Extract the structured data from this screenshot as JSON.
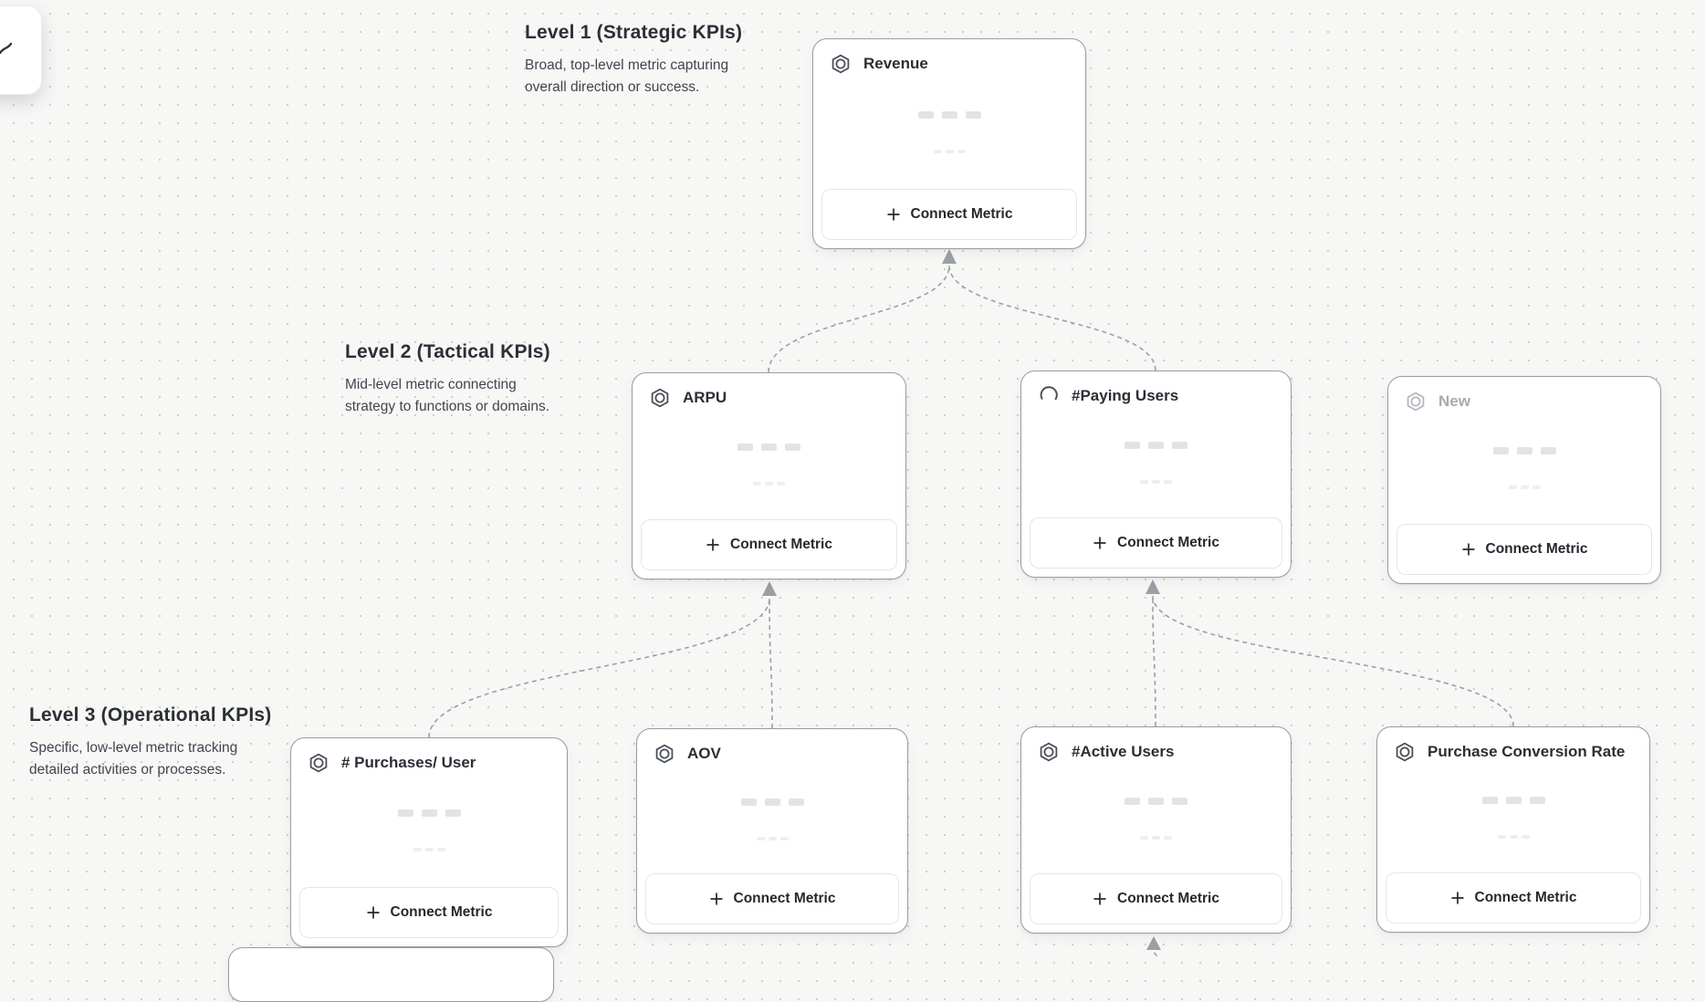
{
  "levels": [
    {
      "title": "Level 1 (Strategic KPIs)",
      "description_lines": [
        "Broad, top-level metric capturing",
        "overall direction or success."
      ]
    },
    {
      "title": "Level 2 (Tactical KPIs)",
      "description_lines": [
        "Mid-level metric connecting",
        "strategy to functions or domains."
      ]
    },
    {
      "title": "Level 3 (Operational KPIs)",
      "description_lines": [
        "Specific, low-level metric tracking",
        "detailed activities or processes."
      ]
    }
  ],
  "cards": [
    {
      "title": "Revenue",
      "icon": "hexagon-metric-icon",
      "level": 1,
      "state": "normal"
    },
    {
      "title": "ARPU",
      "icon": "hexagon-metric-icon",
      "level": 2,
      "state": "normal"
    },
    {
      "title": "#Paying Users",
      "icon": "loading-spinner-icon",
      "level": 2,
      "state": "loading"
    },
    {
      "title": "New",
      "icon": "hexagon-metric-icon",
      "level": 2,
      "state": "draft"
    },
    {
      "title": "# Purchases/ User",
      "icon": "hexagon-metric-icon",
      "level": 3,
      "state": "normal"
    },
    {
      "title": "AOV",
      "icon": "hexagon-metric-icon",
      "level": 3,
      "state": "normal"
    },
    {
      "title": "#Active Users",
      "icon": "hexagon-metric-icon",
      "level": 3,
      "state": "normal"
    },
    {
      "title": "Purchase Conversion Rate",
      "icon": "hexagon-metric-icon",
      "level": 3,
      "state": "normal"
    }
  ],
  "labels": {
    "connect_metric": "Connect Metric"
  },
  "colors": {
    "canvas_bg": "#f7f7f6",
    "dot": "#cdd0d2",
    "card_border": "#969da4",
    "edge": "#9aa0a5",
    "card_title": "#2a2f35",
    "draft_title": "#a6abb1",
    "heading": "#2b3036",
    "description": "#40464e"
  }
}
